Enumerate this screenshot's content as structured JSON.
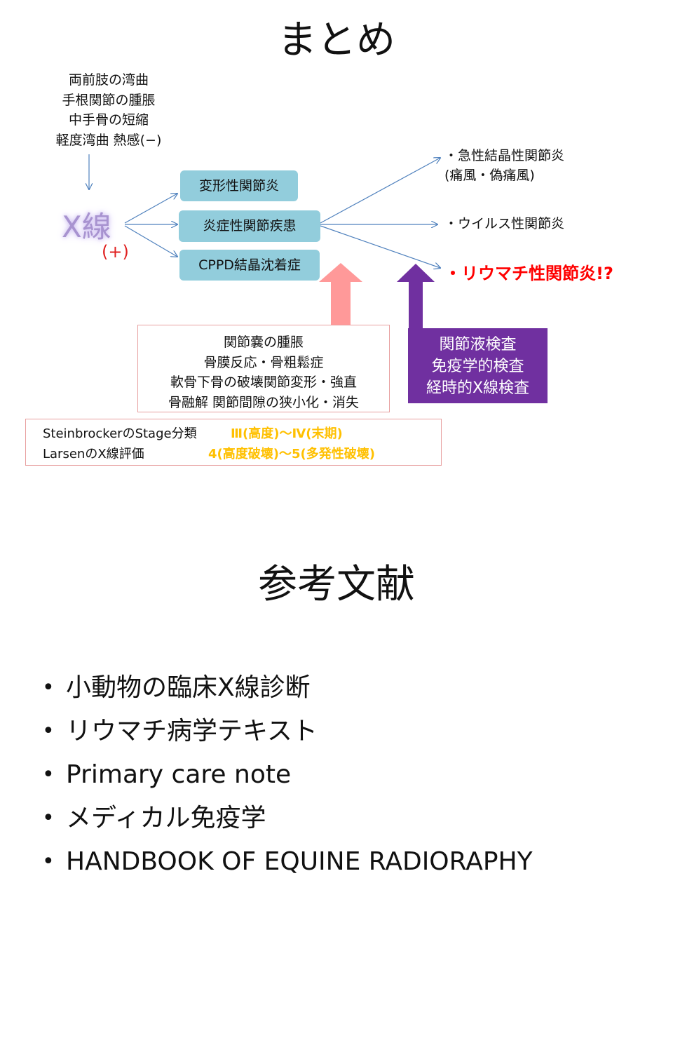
{
  "summary": {
    "title": "まとめ",
    "findings": [
      "両前肢の湾曲",
      "手根関節の腫脹",
      "中手骨の短縮",
      "軽度湾曲 熱感(−)"
    ],
    "xray": {
      "label": "X線",
      "result": "(+)"
    },
    "diagnoses": [
      "変形性関節炎",
      "炎症性関節疾患",
      "CPPD結晶沈着症"
    ],
    "differentials": {
      "acute_line1": "・急性結晶性関節炎",
      "acute_line2": "(痛風・偽痛風)",
      "viral": "・ウイルス性関節炎",
      "rheumatoid": "・リウマチ性関節炎!?"
    },
    "xray_findings": [
      "関節嚢の腫脹",
      "骨膜反応・骨粗鬆症",
      "軟骨下骨の破壊関節変形・強直",
      "骨融解 関節間隙の狭小化・消失"
    ],
    "tests": [
      "関節液検査",
      "免疫学的検査",
      "経時的X線検査"
    ],
    "staging": {
      "steinbrocker_label": "SteinbrockerのStage分類",
      "steinbrocker_value": "Ⅲ(高度)〜Ⅳ(末期)",
      "larsen_label": "LarsenのX線評価",
      "larsen_value": "4(高度破壊)〜5(多発性破壊)"
    },
    "colors": {
      "dx_box": "#92cddc",
      "arrow_pink": "#ff9999",
      "arrow_purple": "#7030a0",
      "emphasis_red": "#ff0000",
      "gold": "#ffc000",
      "arrow_line": "#4f81bd"
    }
  },
  "references": {
    "title": "参考文献",
    "bullet": "•",
    "items": [
      "小動物の臨床X線診断",
      "リウマチ病学テキスト",
      "Primary care note",
      "メディカル免疫学",
      "HANDBOOK OF EQUINE RADIORAPHY"
    ]
  }
}
